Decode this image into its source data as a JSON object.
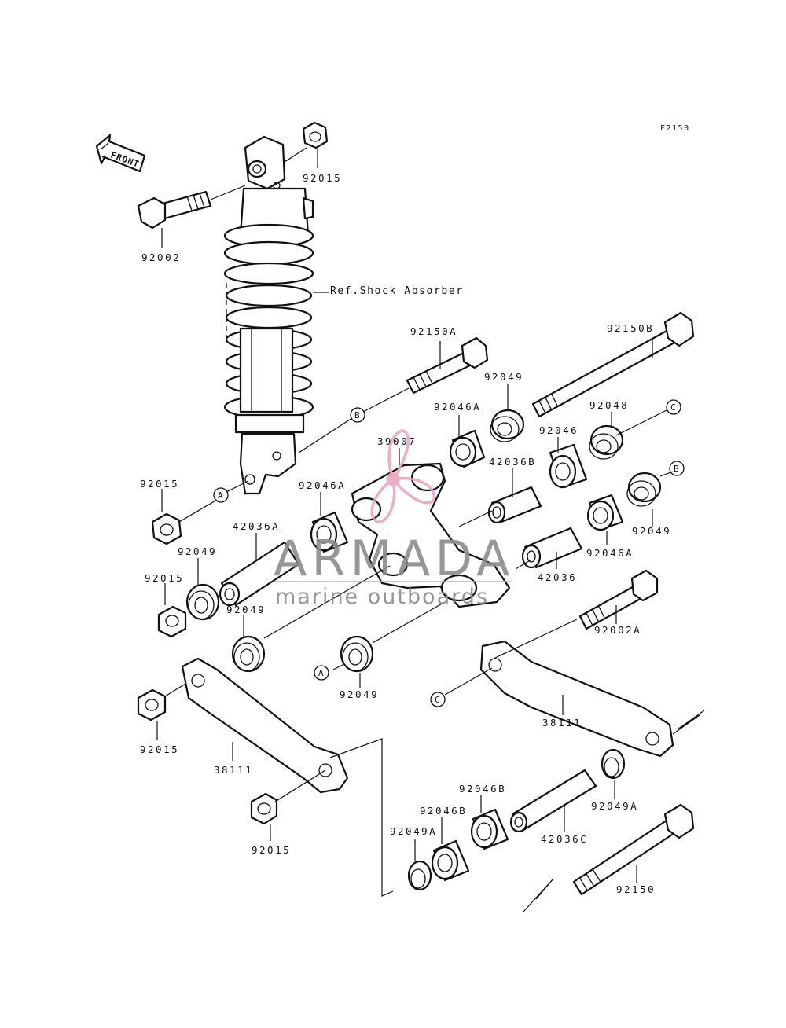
{
  "diagram": {
    "figure_code": "F2150",
    "front_label": "FRONT",
    "ref_label": "Ref.Shock Absorber",
    "part_labels": {
      "p92015_top": "92015",
      "p92002": "92002",
      "p92150A": "92150A",
      "p92150B": "92150B",
      "p92049_top": "92049",
      "p92046A_top": "92046A",
      "p92048": "92048",
      "p92046": "92046",
      "p39007": "39007",
      "p42036B": "42036B",
      "p92015_left": "92015",
      "p92046A_mid": "92046A",
      "p42036A": "42036A",
      "p92049_right": "92049",
      "p92046A_right": "92046A",
      "p92049_left": "92049",
      "p92015_left2": "92015",
      "p42036": "42036",
      "p92049_mid": "92049",
      "p92002A": "92002A",
      "p92049_lower": "92049",
      "p92015_lower": "92015",
      "p38111_right": "38111",
      "p38111_left": "38111",
      "p92046B_a": "92046B",
      "p92046B_b": "92046B",
      "p92049A_right": "92049A",
      "p92049A_left": "92049A",
      "p42036C": "42036C",
      "p92015_bottom": "92015",
      "p92150": "92150"
    },
    "callouts": {
      "a": "A",
      "b": "B",
      "c": "C"
    }
  },
  "watermark": {
    "brand": "ARMADA",
    "tagline": "marine outboards",
    "logo_color": "#e8a0bf",
    "text_color": "#8c8c8c"
  }
}
